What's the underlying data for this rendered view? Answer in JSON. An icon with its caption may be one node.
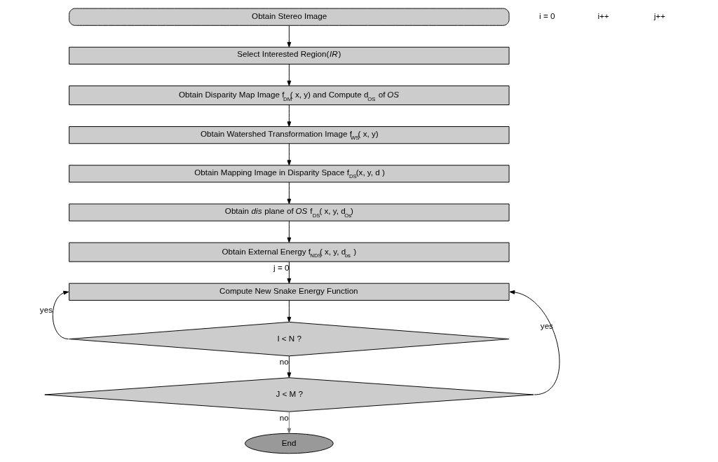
{
  "diagram": {
    "nodes": [
      {
        "text": [
          "Obtain Stereo Image"
        ]
      },
      {
        "text": [
          "Select Interested Region(*IR*)"
        ]
      },
      {
        "text": [
          "Obtain Disparity Map Image f$_{DM}$( x, y) and Compute d$_{OS}$ of *OS*"
        ]
      },
      {
        "text": [
          "Obtain Watershed Transformation Image f$_{WS}$( x, y)"
        ]
      },
      {
        "text": [
          "Obtain Mapping Image in Disparity Space f$_{DS}$(x, y, d )"
        ]
      },
      {
        "text": [
          "Obtain *dis* plane of *OS* f$_{DS}$( x, y, d$_{Os}$)"
        ]
      },
      {
        "text": [
          "Obtain External Energy f$_{NDS}$( x, y, d$_{os}$ )"
        ]
      },
      {
        "text": [
          "Compute New Snake Energy Function"
        ]
      },
      {
        "text": [
          "I < N ?"
        ]
      },
      {
        "text": [
          "J < M ?"
        ]
      },
      {
        "text": [
          "End"
        ]
      }
    ],
    "edges": [
      {
        "from": 0,
        "to": 1,
        "arrow": "to"
      },
      {
        "from": 1,
        "to": 2,
        "arrow": "to"
      },
      {
        "from": 2,
        "to": 3,
        "arrow": "to"
      },
      {
        "from": 3,
        "to": 4,
        "arrow": "to"
      },
      {
        "from": 4,
        "to": 5,
        "arrow": "to"
      },
      {
        "from": 5,
        "to": 6,
        "arrow": "to"
      },
      {
        "from": 6,
        "to": 7,
        "arrow": "to",
        "label": "j = 0"
      },
      {
        "from": 7,
        "to": 8,
        "arrow": "to"
      },
      {
        "from": 8,
        "to": 7,
        "arrow": "to",
        "label": "yes"
      },
      {
        "from": 8,
        "to": 9,
        "arrow": "to",
        "label": "no"
      },
      {
        "from": 9,
        "to": 7,
        "arrow": "to",
        "label": "yes"
      },
      {
        "from": 9,
        "to": 10,
        "arrow": "to",
        "label": "no",
        "color": "#777777"
      }
    ],
    "labels": [
      "i = 0",
      "i++",
      "j++"
    ]
  }
}
